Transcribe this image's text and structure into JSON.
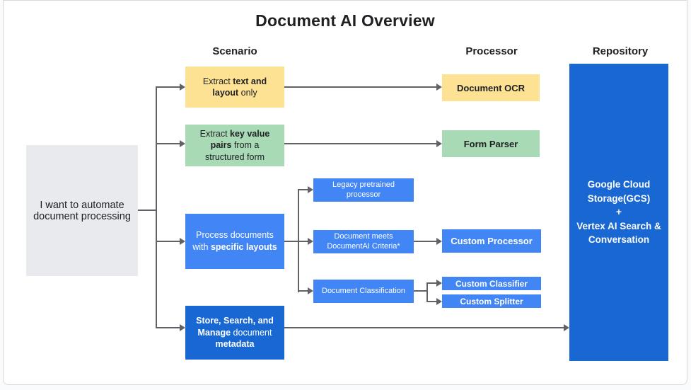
{
  "title": "Document AI Overview",
  "columns": {
    "scenario": "Scenario",
    "processor": "Processor",
    "repository": "Repository"
  },
  "start_node": {
    "text": "I want to automate document processing"
  },
  "scenarios": {
    "extract_text": {
      "segments": [
        {
          "t": "Extract ",
          "b": false
        },
        {
          "t": "text and layout",
          "b": true
        },
        {
          "t": " only",
          "b": false
        }
      ]
    },
    "extract_key_value": {
      "segments": [
        {
          "t": "Extract ",
          "b": false
        },
        {
          "t": "key value pairs",
          "b": true
        },
        {
          "t": " from a structured form",
          "b": false
        }
      ]
    },
    "specific_layouts": {
      "segments": [
        {
          "t": "Process documents with ",
          "b": false
        },
        {
          "t": "specific layouts",
          "b": true
        }
      ]
    },
    "store_search_manage": {
      "segments": [
        {
          "t": "Store, Search, and Manage",
          "b": true
        },
        {
          "t": " document ",
          "b": false
        },
        {
          "t": "metadata",
          "b": true
        }
      ]
    }
  },
  "branches": {
    "legacy_pretrained": "Legacy pretrained processor",
    "document_meets_criteria": "Document meets DocumentAI Criteria*",
    "document_classification": "Document Classification"
  },
  "processors": {
    "document_ocr": "Document OCR",
    "form_parser": "Form Parser",
    "custom_processor": "Custom Processor",
    "custom_classifier": "Custom Classifier",
    "custom_splitter": "Custom Splitter"
  },
  "repository": {
    "lines": [
      "Google Cloud Storage(GCS)",
      "+",
      "Vertex AI Search & Conversation"
    ]
  },
  "colors": {
    "yellow": "#FDE293",
    "green": "#A8DAB5",
    "blue": "#4285F4",
    "dark_blue": "#1967D2",
    "gray": "#E8EAED",
    "connector": "#5F6368",
    "text_dark": "#202124",
    "text_light": "#FFFFFF"
  }
}
